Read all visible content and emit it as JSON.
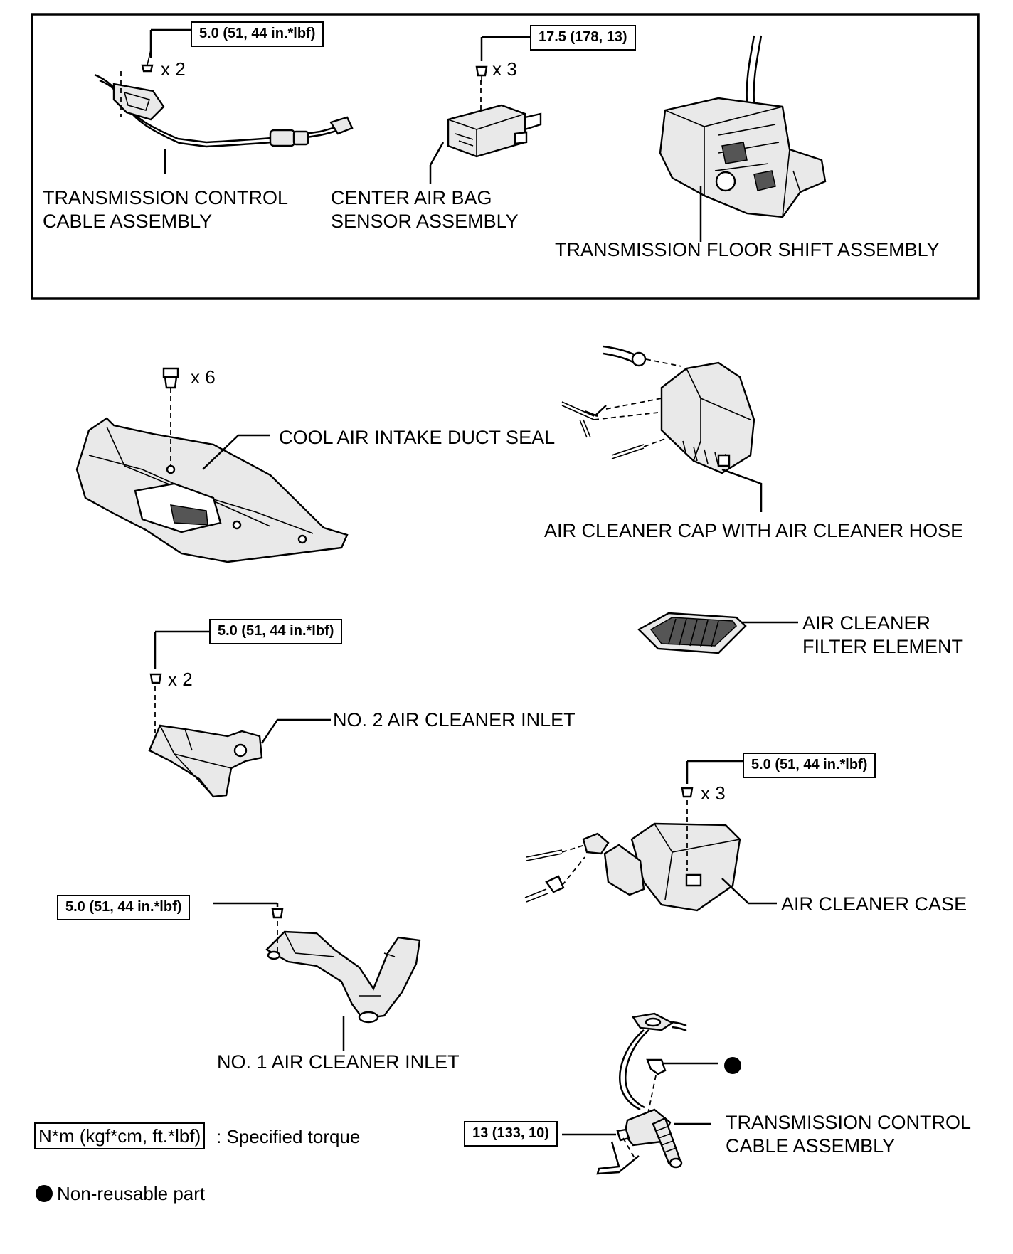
{
  "colors": {
    "line": "#000000",
    "paper": "#ffffff",
    "part_fill": "#e9e9e9"
  },
  "inset": {
    "transmission_control_cable": {
      "label_1": "TRANSMISSION CONTROL",
      "label_2": "CABLE ASSEMBLY",
      "torque": "5.0 (51, 44 in.*lbf)",
      "qty": "x 2"
    },
    "center_air_bag_sensor": {
      "label_1": "CENTER AIR BAG",
      "label_2": "SENSOR ASSEMBLY",
      "torque": "17.5 (178, 13)",
      "qty": "x 3"
    },
    "transmission_floor_shift": {
      "label": "TRANSMISSION FLOOR SHIFT ASSEMBLY"
    }
  },
  "parts": {
    "cool_air_intake_duct_seal": {
      "label": "COOL AIR INTAKE DUCT SEAL",
      "qty": "x 6"
    },
    "air_cleaner_cap": {
      "label": "AIR CLEANER CAP WITH AIR CLEANER HOSE"
    },
    "air_cleaner_filter_element": {
      "label_1": "AIR CLEANER",
      "label_2": "FILTER ELEMENT"
    },
    "no2_air_cleaner_inlet": {
      "label": "NO. 2 AIR CLEANER INLET",
      "torque": "5.0 (51, 44 in.*lbf)",
      "qty": "x 2"
    },
    "air_cleaner_case": {
      "label": "AIR CLEANER CASE",
      "torque": "5.0 (51, 44 in.*lbf)",
      "qty": "x 3"
    },
    "no1_air_cleaner_inlet": {
      "label": "NO. 1 AIR CLEANER INLET",
      "torque": "5.0 (51, 44 in.*lbf)"
    },
    "transmission_control_cable_lower": {
      "label_1": "TRANSMISSION CONTROL",
      "label_2": "CABLE ASSEMBLY",
      "torque": "13 (133, 10)"
    }
  },
  "legend": {
    "torque_box": "N*m (kgf*cm, ft.*lbf)",
    "torque_text": ": Specified torque",
    "nonreusable_text": "Non-reusable part"
  }
}
